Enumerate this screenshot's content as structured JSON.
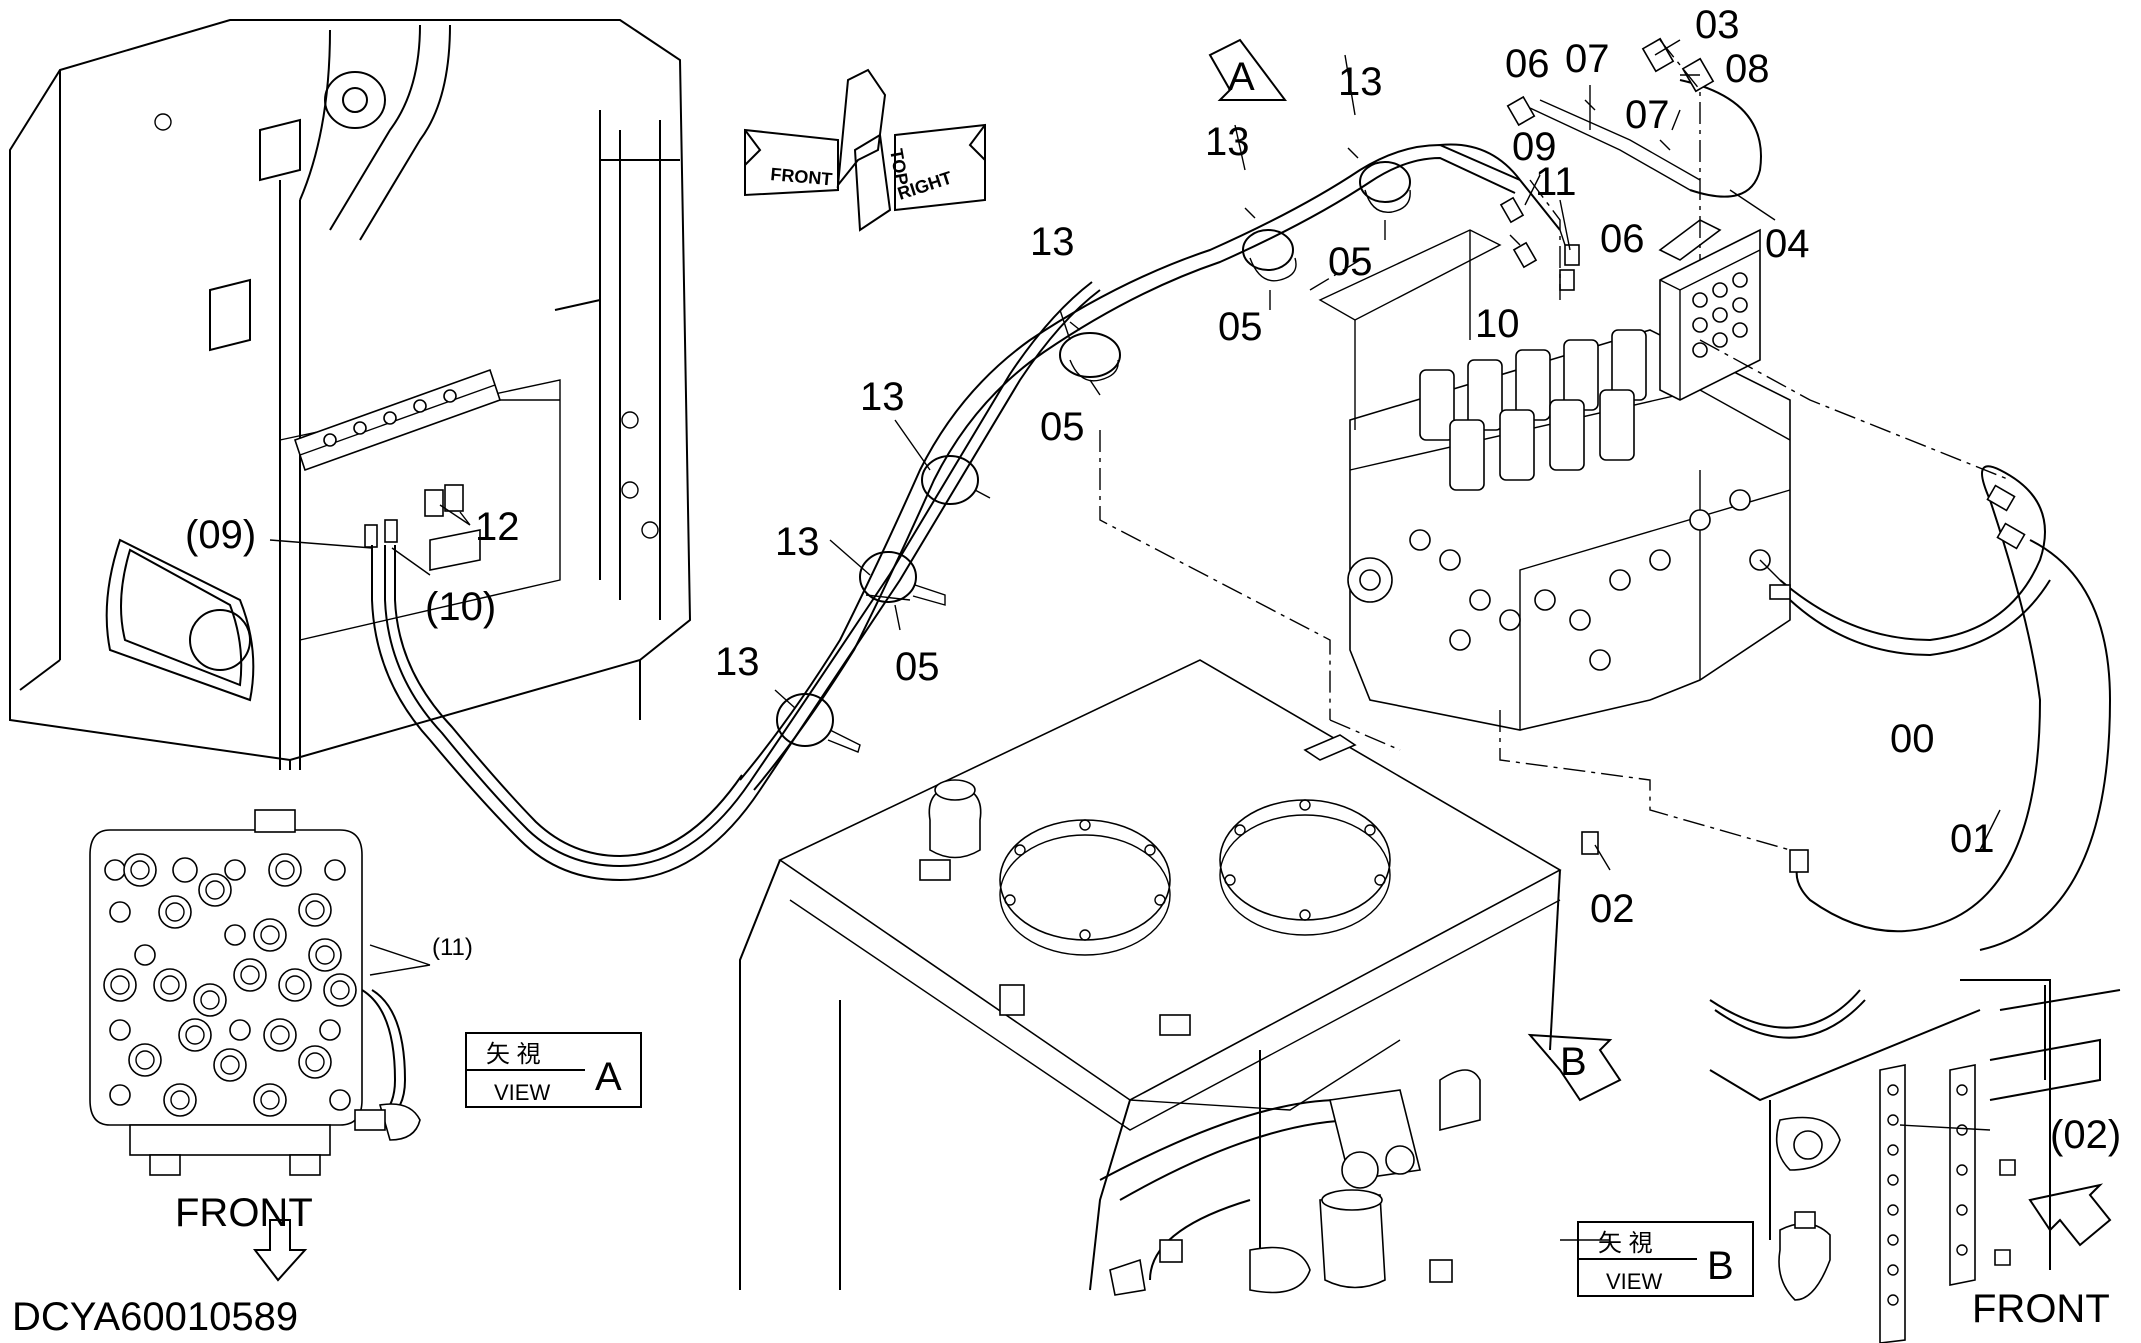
{
  "labels": {
    "l00": "00",
    "l01": "01",
    "l02": "02",
    "l02p": "(02)",
    "l03": "03",
    "l04": "04",
    "l05": "05",
    "l06": "06",
    "l07": "07",
    "l08": "08",
    "l09": "09",
    "l09p": "(09)",
    "l10": "10",
    "l10p": "(10)",
    "l11": "11",
    "l11p": "(11)",
    "l12": "12",
    "l13": "13"
  },
  "view_a": {
    "letter": "A",
    "kanji": "矢 視",
    "view": "VIEW"
  },
  "view_b": {
    "letter": "B",
    "kanji": "矢 視",
    "view": "VIEW"
  },
  "orientation": {
    "top": "TOP",
    "front": "FRONT",
    "right": "RIGHT"
  },
  "front_label": "FRONT",
  "drawing_code": "DCYA60010589"
}
